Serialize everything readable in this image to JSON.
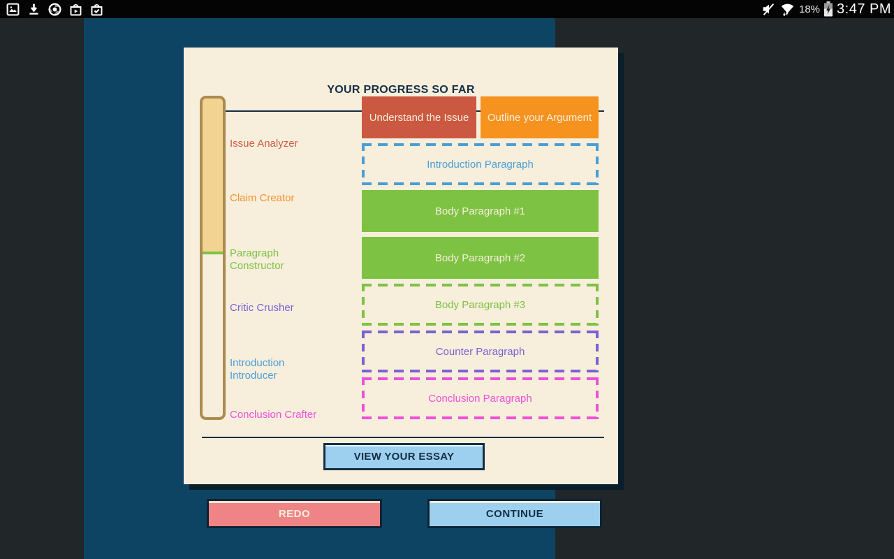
{
  "status_bar": {
    "time": "3:47 PM",
    "battery_percent": "18%",
    "left_icons": [
      "gallery-icon",
      "download-icon",
      "chrome-icon",
      "play-store-icon",
      "purchases-icon"
    ],
    "right_icons": [
      "mute-icon",
      "wifi-icon",
      "battery-charging-icon"
    ]
  },
  "progress_card": {
    "title": "YOUR PROGRESS SO FAR",
    "bar": {
      "fill_percent": "49%",
      "border_color": "#ab8b50",
      "fill_color": "#f2d392",
      "marker_color": "#7dc242"
    },
    "steps": [
      {
        "label": "Issue Analyzer",
        "color": "#d05c45"
      },
      {
        "label": "Claim Creator",
        "color": "#f2932b"
      },
      {
        "label": "Paragraph Constructor",
        "color": "#7dc242"
      },
      {
        "label": "Critic Crusher",
        "color": "#7a62d4"
      },
      {
        "label": "Introduction Introducer",
        "color": "#4a9ed6"
      },
      {
        "label": "Conclusion Crafter",
        "color": "#ee51d7"
      }
    ],
    "boxes": [
      {
        "label": "Understand the Issue",
        "state": "complete",
        "color": "#cb5840"
      },
      {
        "label": "Outline your Argument",
        "state": "complete",
        "color": "#f6921e"
      },
      {
        "label": "Introduction Paragraph",
        "state": "pending",
        "color": "#4a9ed6"
      },
      {
        "label": "Body Paragraph #1",
        "state": "complete",
        "color": "#7dc242"
      },
      {
        "label": "Body Paragraph #2",
        "state": "complete",
        "color": "#7dc242"
      },
      {
        "label": "Body Paragraph #3",
        "state": "pending",
        "color": "#7dc242"
      },
      {
        "label": "Counter Paragraph",
        "state": "pending",
        "color": "#7a62d4"
      },
      {
        "label": "Conclusion Paragraph",
        "state": "pending",
        "color": "#ee51d7"
      }
    ],
    "view_essay_button": "VIEW YOUR ESSAY"
  },
  "footer": {
    "redo_button": "REDO",
    "continue_button": "CONTINUE"
  },
  "colors": {
    "outer_bg": "#212629",
    "panel_bg": "#0e4463",
    "card_bg": "#f7eedc",
    "card_shadow": "#0a1e2b",
    "navy": "#142e44",
    "light_blue": "#9cd0ee",
    "salmon": "#ef8486",
    "cream_text": "#f7eedc"
  }
}
